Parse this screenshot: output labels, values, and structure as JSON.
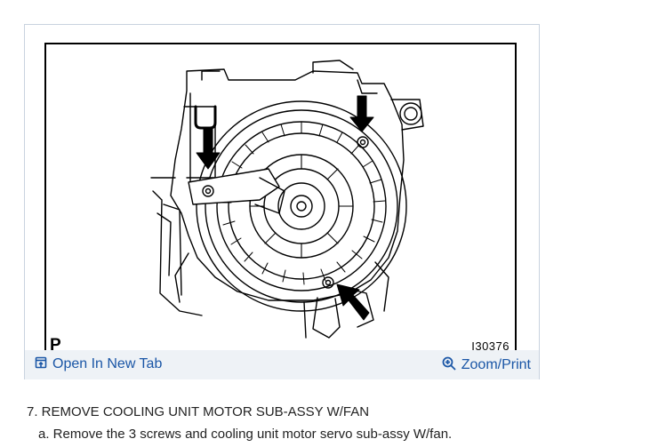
{
  "figure": {
    "corner_label": "P",
    "code": "I30376"
  },
  "toolbar": {
    "open_label": "Open In New Tab",
    "open_icon": "open-in-new-tab-icon",
    "zoom_label": "Zoom/Print",
    "zoom_icon": "zoom-icon",
    "link_color": "#1a56a6",
    "bar_color": "#eef2f6"
  },
  "steps": {
    "title": "7. REMOVE COOLING UNIT MOTOR SUB-ASSY W/FAN",
    "sub": "a. Remove the 3 screws and cooling unit motor servo sub-assy W/fan."
  }
}
